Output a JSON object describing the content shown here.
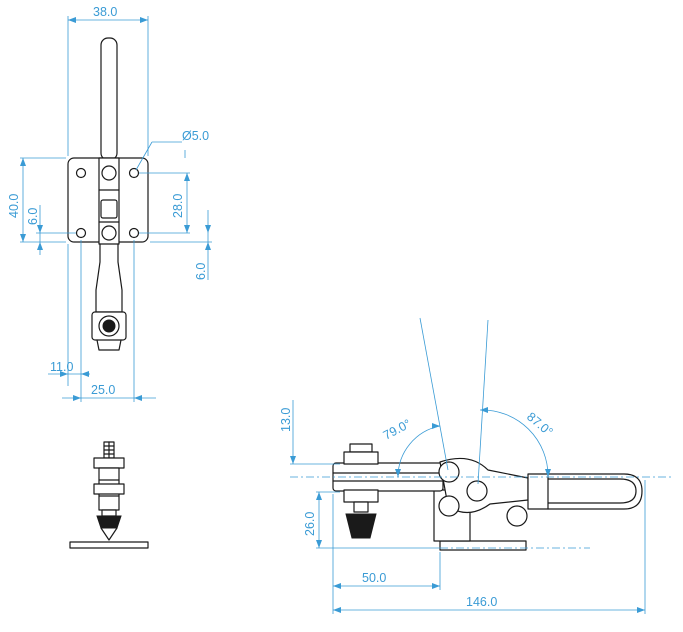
{
  "dimensions": {
    "top_width": "38.0",
    "hole_diameter": "Ø5.0",
    "plate_height": "40.0",
    "edge_offset_left": "6.0",
    "hole_spacing": "28.0",
    "edge_offset_right": "6.0",
    "hole_x_offset": "11.0",
    "hole_x_spacing": "25.0",
    "spindle_height": "13.0",
    "base_offset": "26.0",
    "mount_length": "50.0",
    "overall_length": "146.0",
    "open_angle_left": "79.0°",
    "open_angle_right": "87.0°"
  },
  "colors": {
    "dimension": "#3a9bd5",
    "outline": "#1a1a1a"
  }
}
